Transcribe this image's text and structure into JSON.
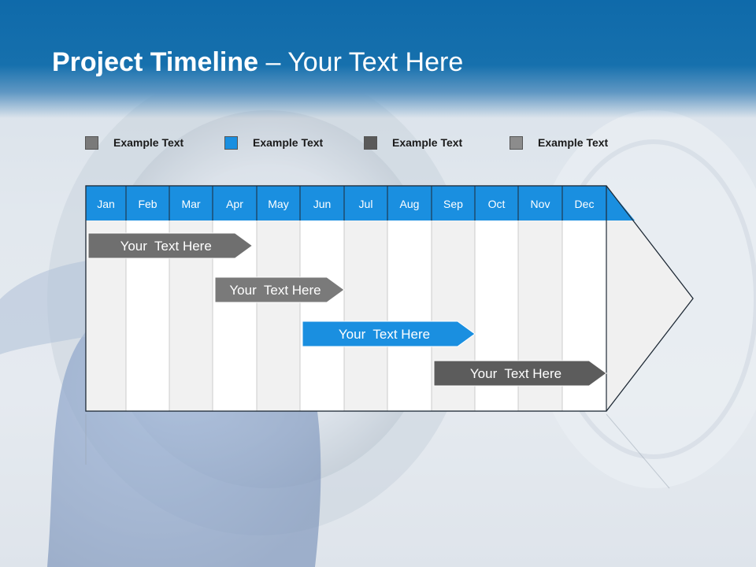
{
  "title": {
    "bold": "Project Timeline",
    "rest": " – Your Text Here"
  },
  "legend": [
    {
      "label": "Example Text",
      "color": "#7a7a7a"
    },
    {
      "label": "Example Text",
      "color": "#1a8fe0"
    },
    {
      "label": "Example Text",
      "color": "#5a5a5a"
    },
    {
      "label": "Example Text",
      "color": "#8c8c8c"
    }
  ],
  "months": [
    "Jan",
    "Feb",
    "Mar",
    "Apr",
    "May",
    "Jun",
    "Jul",
    "Aug",
    "Sep",
    "Oct",
    "Nov",
    "Dec"
  ],
  "tasks": [
    {
      "label": "Your  Text Here",
      "start": 0,
      "end": 3.9,
      "color": "#6f6f6f"
    },
    {
      "label": "Your  Text Here",
      "start": 3,
      "end": 6,
      "color": "#7a7a7a"
    },
    {
      "label": "Your  Text Here",
      "start": 5,
      "end": 9,
      "color": "#1a8fe0"
    },
    {
      "label": "Your  Text Here",
      "start": 8,
      "end": 12,
      "color": "#5c5c5c"
    }
  ],
  "colors": {
    "header_blue": "#1670ad",
    "month_bar": "#1a8fe0"
  }
}
